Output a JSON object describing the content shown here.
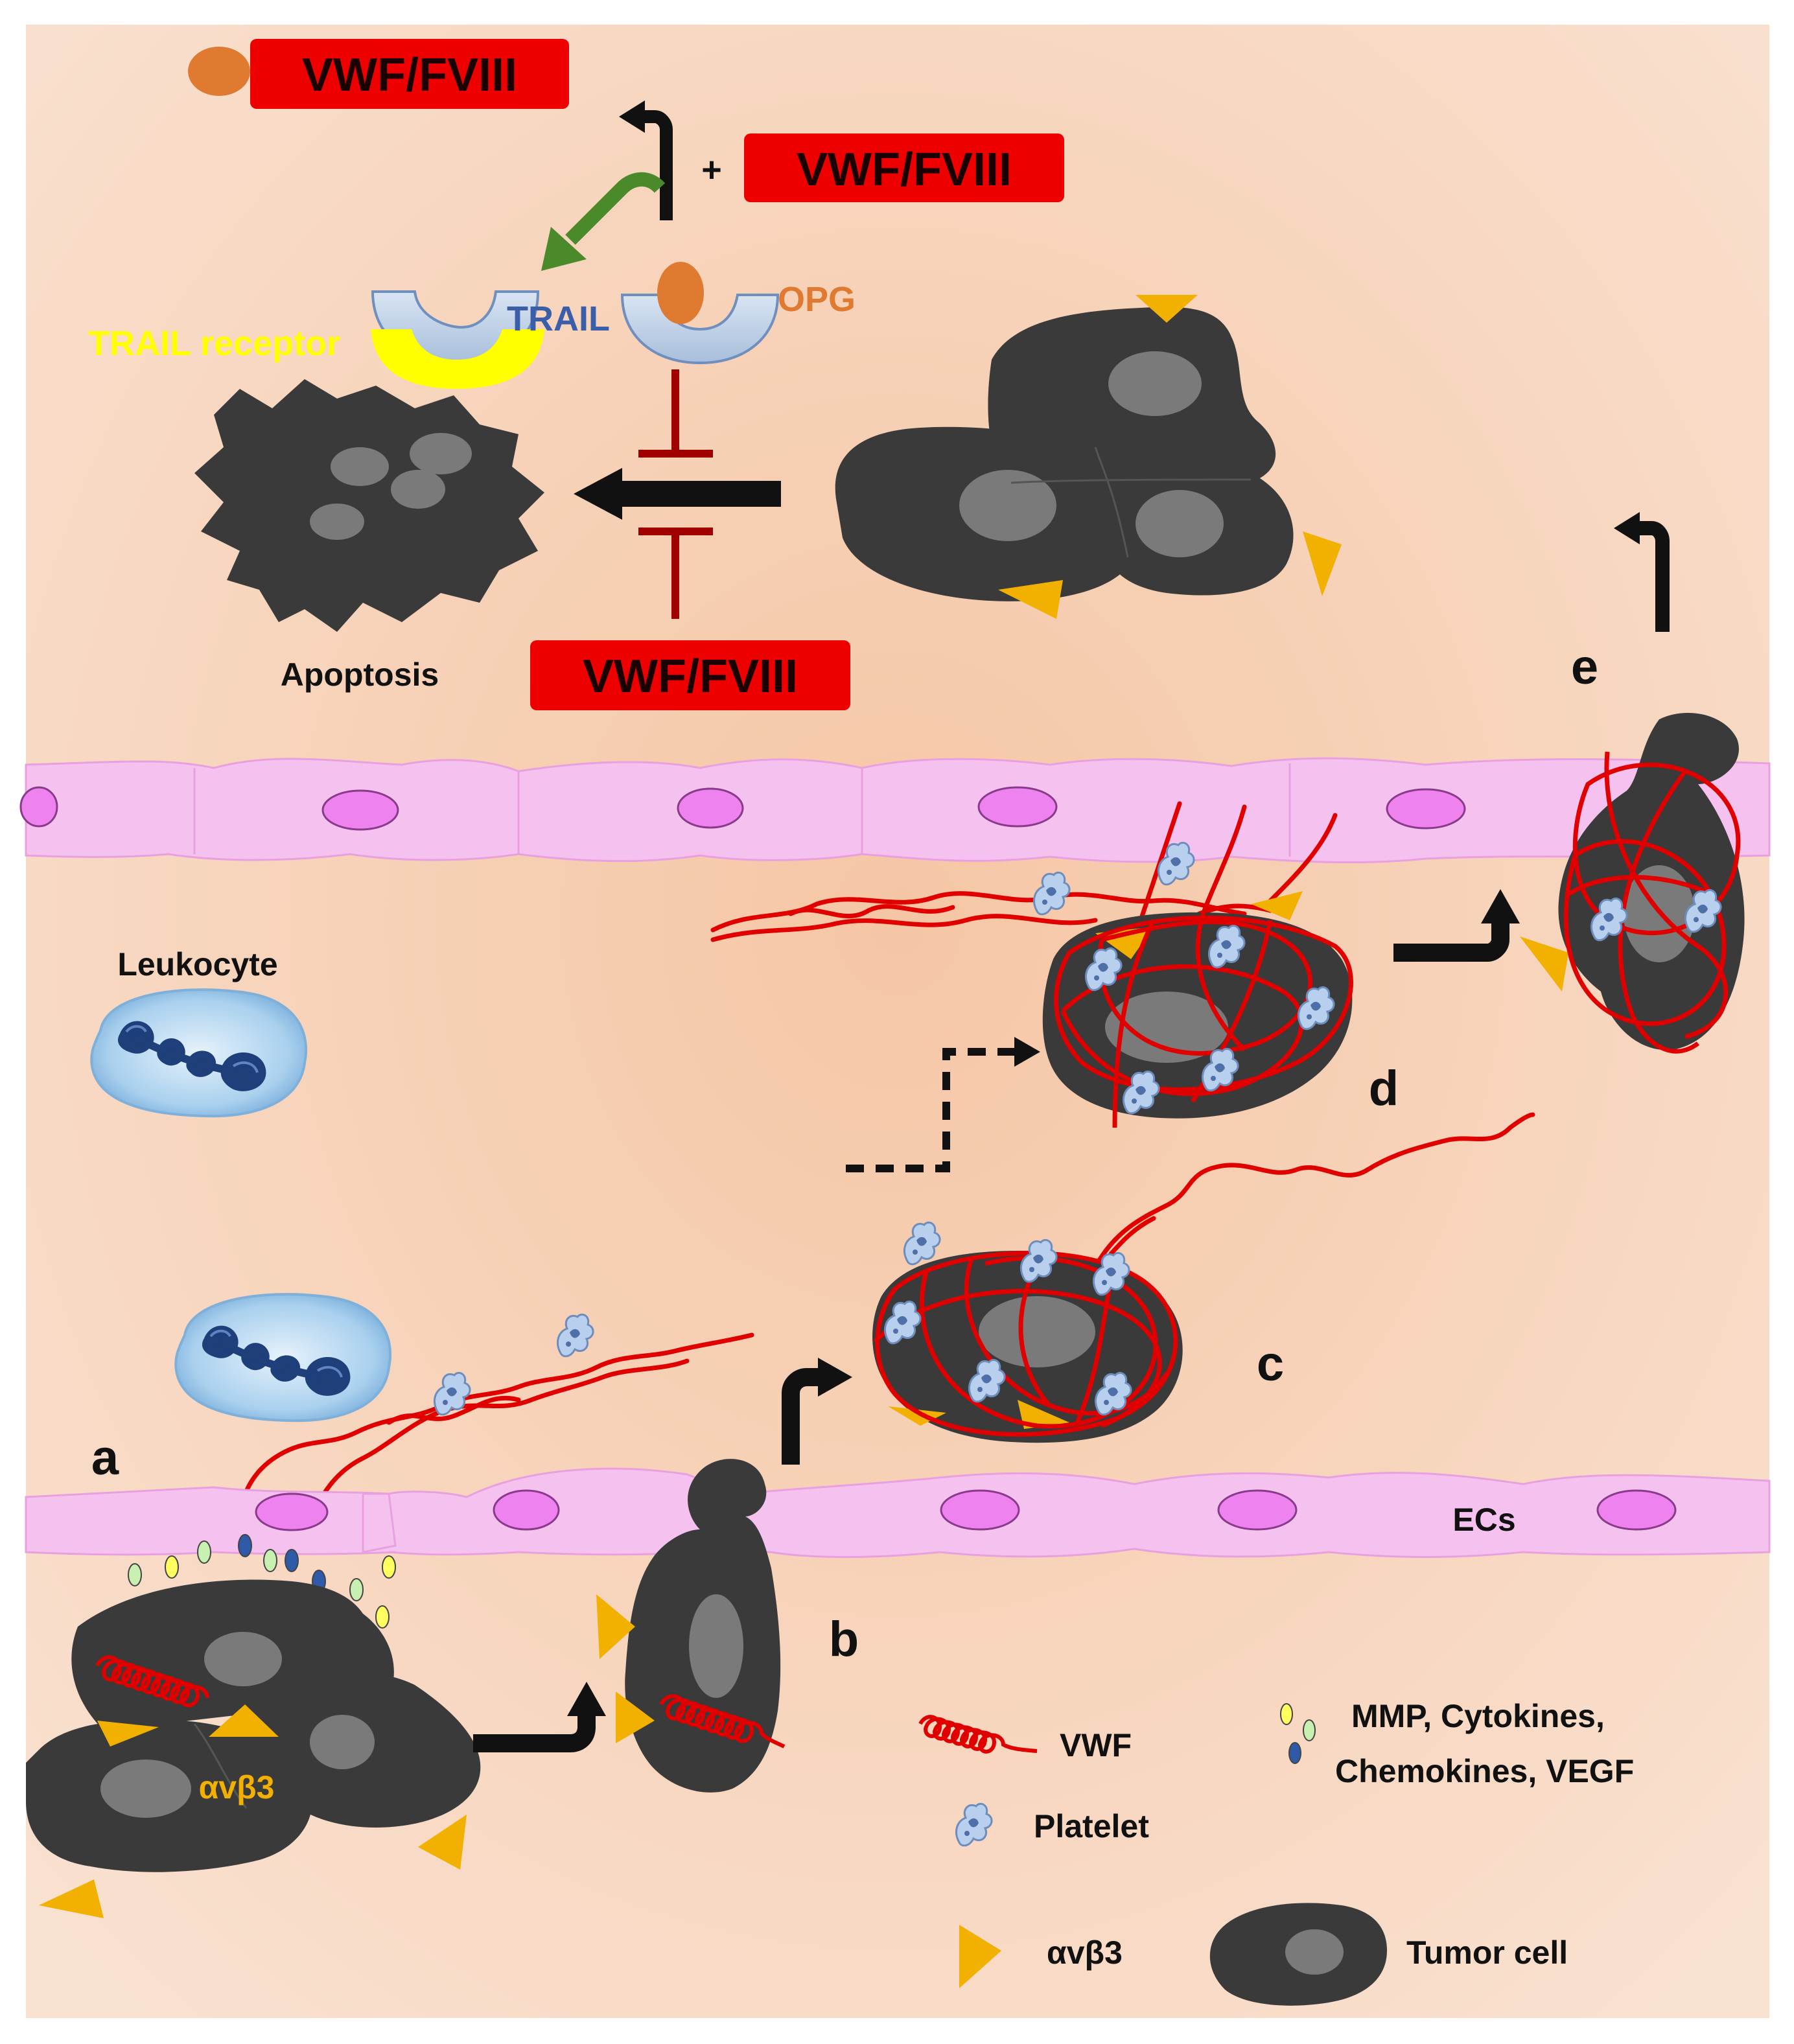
{
  "figure": {
    "top": {
      "vwf_box_top": "VWF/FVIII",
      "plus_sign": "+",
      "vwf_box_mid": "VWF/FVIII",
      "vwf_box_bottom": "VWF/FVIII",
      "trail_label": "TRAIL",
      "opg_label": "OPG",
      "trail_receptor_label": "TRAIL receptor",
      "apoptosis_label": "Apoptosis"
    },
    "vessel": {
      "leukocyte_label": "Leukocyte",
      "ecs_label": "ECs",
      "alpha_label": "αvβ3"
    },
    "steps": {
      "a": "a",
      "b": "b",
      "c": "c",
      "d": "d",
      "e": "e"
    },
    "legend": {
      "vwf": "VWF",
      "platelet": "Platelet",
      "integrin": "αvβ3",
      "tumor": "Tumor cell",
      "mediators_line1": "MMP, Cytokines,",
      "mediators_line2": "Chemokines, VEGF"
    },
    "colors": {
      "background": "#f6dcc8",
      "tumor": "#3a3a3a",
      "nucleus": "#7a7a7a",
      "endothelium": "#f5c2f0",
      "ec_nucleus": "#ee82ee",
      "vwf": "#e00000",
      "box_red": "#ee0000",
      "integrin": "#f2b000",
      "trail_blue": "#3b5ea8",
      "opg_orange": "#e07a30",
      "receptor_yellow": "#ffff00",
      "inhibit": "#a00000",
      "green_arrow": "#4a8a2a"
    },
    "icons": [
      "platelet-icon",
      "tumor-cell-icon",
      "integrin-triangle-icon",
      "vwf-coil-icon",
      "mediator-dots-icon"
    ]
  }
}
